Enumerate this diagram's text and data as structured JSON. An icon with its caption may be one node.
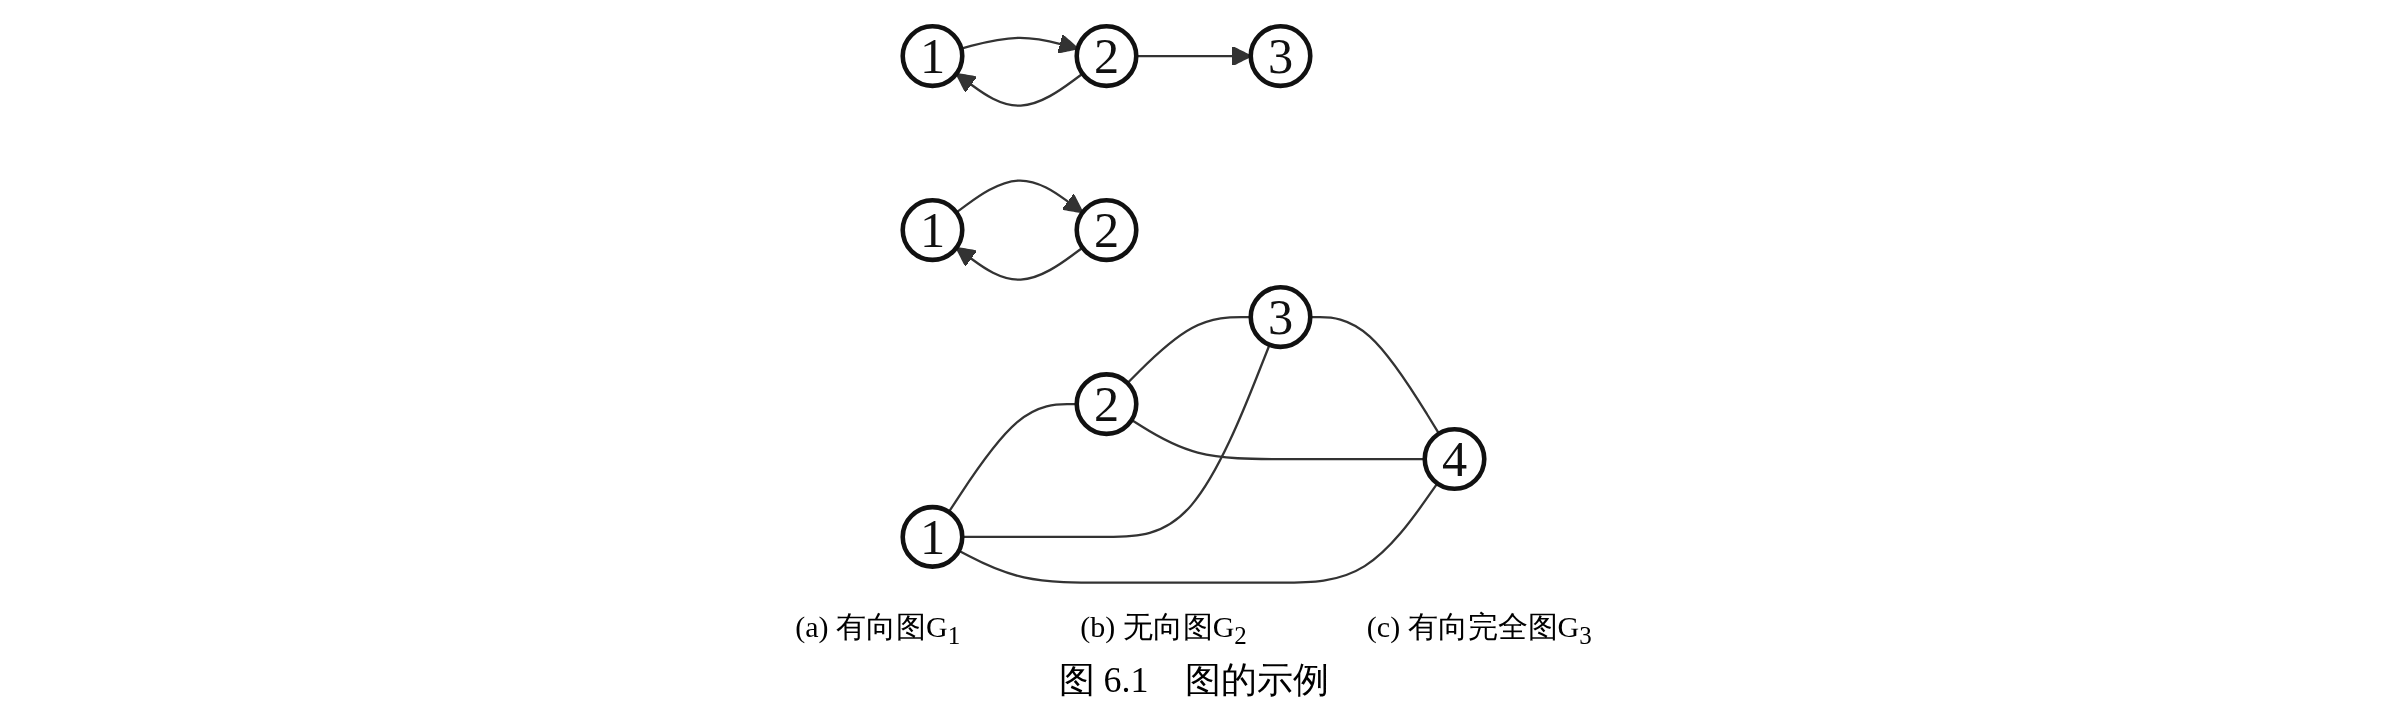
{
  "diagram": {
    "caption": "图 6.1　图的示例",
    "nodes": [
      {
        "text": [
          "1"
        ]
      },
      {
        "text": [
          "2"
        ]
      },
      {
        "text": [
          "3"
        ]
      },
      {
        "text": [
          "1"
        ]
      },
      {
        "text": [
          "2"
        ]
      },
      {
        "text": [
          "3"
        ]
      },
      {
        "text": [
          "4"
        ]
      },
      {
        "text": [
          "1"
        ]
      },
      {
        "text": [
          "2"
        ]
      }
    ],
    "edges": [
      {
        "from": 1,
        "to": 0,
        "arrow": "to"
      },
      {
        "from": 0,
        "to": 1,
        "arrow": "to"
      },
      {
        "from": 1,
        "to": 2,
        "arrow": "to"
      },
      {
        "from": 3,
        "to": 4,
        "arrow": "none"
      },
      {
        "from": 3,
        "to": 5,
        "arrow": "none"
      },
      {
        "from": 3,
        "to": 6,
        "arrow": "none"
      },
      {
        "from": 4,
        "to": 5,
        "arrow": "none"
      },
      {
        "from": 4,
        "to": 6,
        "arrow": "none"
      },
      {
        "from": 5,
        "to": 6,
        "arrow": "none"
      },
      {
        "from": 8,
        "to": 7,
        "arrow": "to"
      },
      {
        "from": 7,
        "to": 8,
        "arrow": "to"
      }
    ],
    "labels": [
      "(a) 有向图G$_{1}$",
      "(b) 无向图G$_{2}$",
      "(c) 有向完全图G$_{3}$"
    ]
  }
}
